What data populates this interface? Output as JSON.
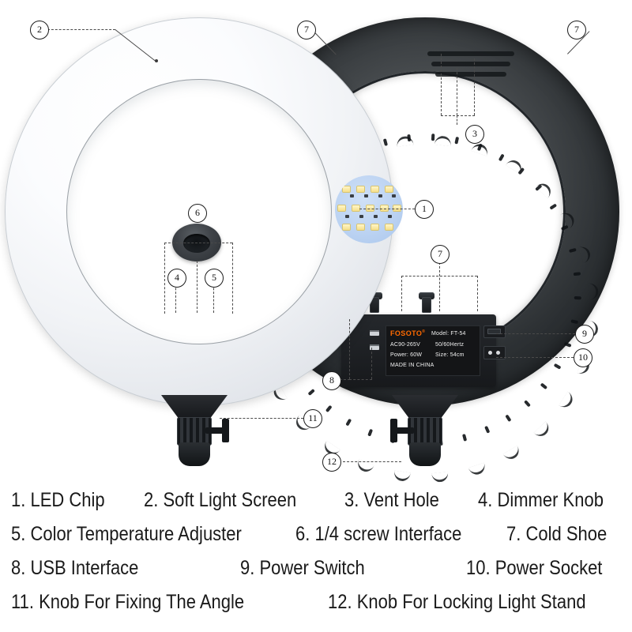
{
  "product": {
    "brand": "FOSOTO",
    "brand_superscript": "®",
    "model_label": "Model: FT-54",
    "voltage": "AC90-265V",
    "frequency": "50/60Hertz",
    "power": "Power: 60W",
    "size": "Size: 54cm",
    "origin": "MADE IN CHINA"
  },
  "callouts": [
    {
      "id": "1",
      "number": "1",
      "target": "led-chip"
    },
    {
      "id": "2",
      "number": "2",
      "target": "soft-light-screen"
    },
    {
      "id": "3",
      "number": "3",
      "target": "vent-hole"
    },
    {
      "id": "4",
      "number": "4",
      "target": "dimmer-knob"
    },
    {
      "id": "5",
      "number": "5",
      "target": "color-temperature-adjuster"
    },
    {
      "id": "6",
      "number": "6",
      "target": "quarter-screw-interface"
    },
    {
      "id": "7a",
      "number": "7",
      "target": "cold-shoe-top-left"
    },
    {
      "id": "7b",
      "number": "7",
      "target": "cold-shoe-top-right"
    },
    {
      "id": "7c",
      "number": "7",
      "target": "cold-shoe-panel"
    },
    {
      "id": "8",
      "number": "8",
      "target": "usb-interface"
    },
    {
      "id": "9",
      "number": "9",
      "target": "power-switch"
    },
    {
      "id": "10",
      "number": "10",
      "target": "power-socket"
    },
    {
      "id": "11",
      "number": "11",
      "target": "knob-fixing-angle"
    },
    {
      "id": "12",
      "number": "12",
      "target": "knob-locking-light-stand"
    }
  ],
  "legend": {
    "rows": [
      [
        "1. LED Chip",
        "2. Soft Light Screen",
        "3. Vent Hole",
        "4. Dimmer Knob"
      ],
      [
        "5. Color Temperature Adjuster",
        "6. 1/4 screw Interface",
        "7. Cold Shoe"
      ],
      [
        "8. USB Interface",
        "9. Power Switch",
        "10. Power Socket"
      ],
      [
        "11. Knob For Fixing The Angle",
        "12. Knob For Locking Light Stand"
      ]
    ]
  },
  "colors": {
    "brand_orange": "#ff6a00",
    "dark_body": "#2d3134",
    "diffuser_white": "#f1f3f6",
    "led_inset_blue": "#bcd3f2",
    "led_yellow": "#f6df8a",
    "callout_line": "#4a4a4a",
    "text": "#1a1a1a"
  }
}
